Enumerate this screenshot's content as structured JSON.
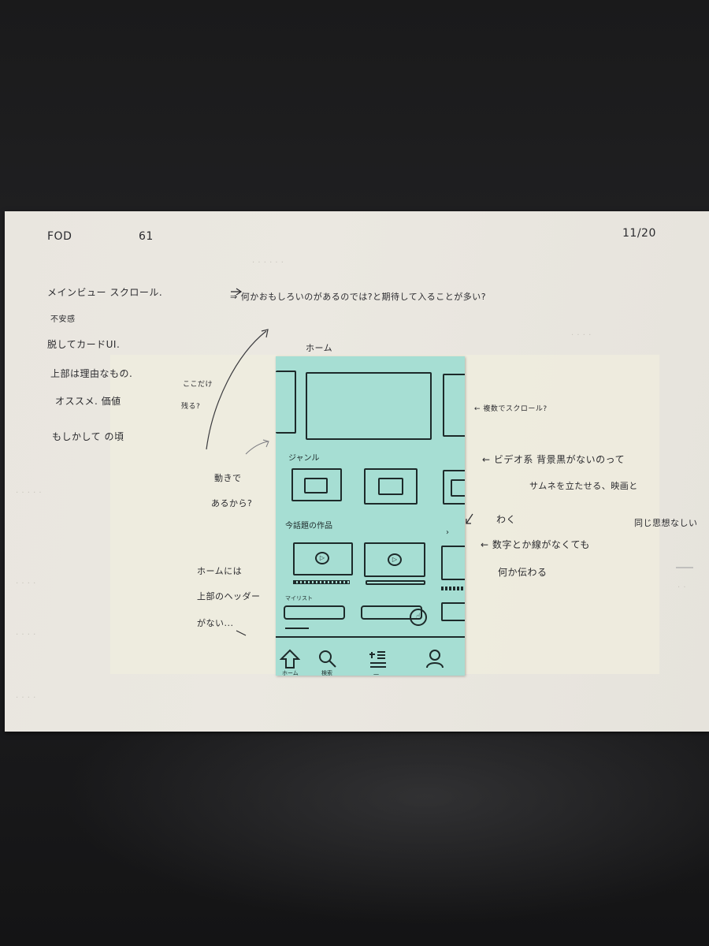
{
  "paper": {
    "header_left": "FOD",
    "header_number": "61",
    "date": "11/20",
    "left_notes": [
      "メインビュー スクロール.",
      "不安感",
      "脱してカードUI.",
      "上部は理由なもの.",
      "オススメ. 価値",
      "もしかして の頃"
    ],
    "top_note": "⇒ 何かおもしろいのがあるのでは?と期待して入ることが多い?",
    "screen_title": "ホーム",
    "side_note_curve": [
      "ここだけ",
      "残る?"
    ],
    "side_note_motion": [
      "動きで",
      "あるから?"
    ],
    "side_note_header": [
      "ホームには",
      "上部のヘッダー",
      "がない..."
    ],
    "right_notes": {
      "carousel": "← 複数でスクロール?",
      "video_bg": "← ビデオ系 背景黒がないのって",
      "video_bg_2": "サムネを立たせる、映画と",
      "video_bg_3": "同じ思想なしい",
      "frame": "わく",
      "icon_note": "← 数字とか線がなくても",
      "icon_note_2": "何か伝わる"
    }
  },
  "wireframe": {
    "sections": [
      {
        "label": "ジャンル"
      },
      {
        "label": "今話題の作品"
      },
      {
        "label": "マイリスト"
      }
    ],
    "tabbar": [
      {
        "icon": "home-icon",
        "label": "ホーム"
      },
      {
        "icon": "search-icon",
        "label": "検索"
      },
      {
        "icon": "list-icon",
        "label": "一"
      },
      {
        "icon": "user-icon",
        "label": ""
      }
    ]
  },
  "colors": {
    "sticky": "#a6ded3",
    "paper": "#e9e6df",
    "ink": "#1d2a2a",
    "background": "#1b1b1d"
  }
}
